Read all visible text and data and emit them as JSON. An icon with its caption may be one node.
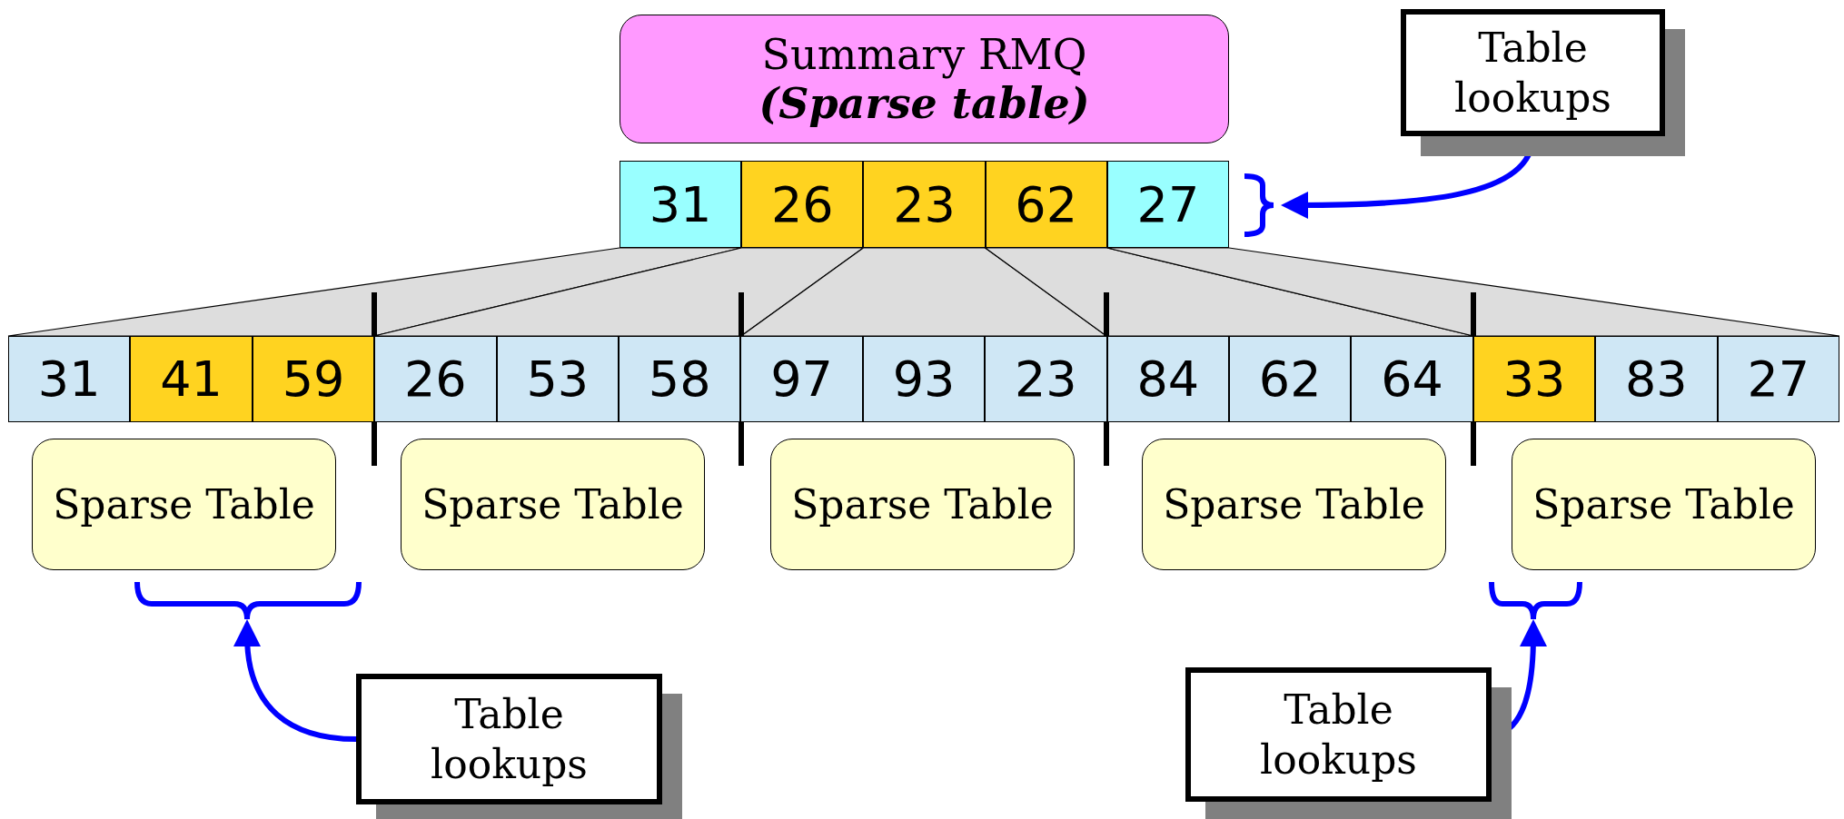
{
  "diagram": {
    "nodes": [
      {
        "text": [
          "Summary RMQ",
          "(Sparse table)"
        ]
      },
      {
        "text": [
          "31"
        ]
      },
      {
        "text": [
          "26"
        ]
      },
      {
        "text": [
          "23"
        ]
      },
      {
        "text": [
          "62"
        ]
      },
      {
        "text": [
          "27"
        ]
      },
      {
        "text": [
          "31"
        ]
      },
      {
        "text": [
          "41"
        ]
      },
      {
        "text": [
          "59"
        ]
      },
      {
        "text": [
          "26"
        ]
      },
      {
        "text": [
          "53"
        ]
      },
      {
        "text": [
          "58"
        ]
      },
      {
        "text": [
          "97"
        ]
      },
      {
        "text": [
          "93"
        ]
      },
      {
        "text": [
          "23"
        ]
      },
      {
        "text": [
          "84"
        ]
      },
      {
        "text": [
          "62"
        ]
      },
      {
        "text": [
          "64"
        ]
      },
      {
        "text": [
          "33"
        ]
      },
      {
        "text": [
          "83"
        ]
      },
      {
        "text": [
          "27"
        ]
      },
      {
        "text": [
          "Sparse Table"
        ]
      },
      {
        "text": [
          "Sparse Table"
        ]
      },
      {
        "text": [
          "Sparse Table"
        ]
      },
      {
        "text": [
          "Sparse Table"
        ]
      },
      {
        "text": [
          "Sparse Table"
        ]
      },
      {
        "text": [
          "Table lookups"
        ]
      },
      {
        "text": [
          "Table lookups"
        ]
      },
      {
        "text": [
          "Table lookups"
        ]
      },
      {
        "text": [],
        "shape": "brace"
      },
      {
        "text": [],
        "shape": "brace"
      },
      {
        "text": [],
        "shape": "brace"
      }
    ],
    "edges": [
      {
        "from": 26,
        "to": 29,
        "arrow": "to"
      },
      {
        "from": 27,
        "to": 30,
        "arrow": "to"
      },
      {
        "from": 28,
        "to": 31,
        "arrow": "to"
      }
    ]
  }
}
